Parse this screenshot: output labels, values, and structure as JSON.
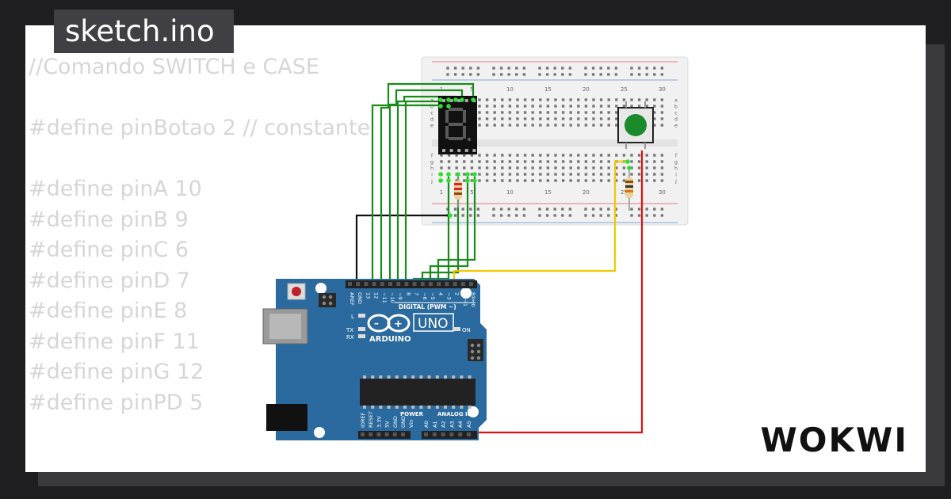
{
  "tab": {
    "title": "sketch.ino"
  },
  "code": {
    "lines": [
      "//Comando SWITCH e CASE",
      "",
      "#define pinBotao 2 // constante",
      "",
      "#define pinA 10",
      "#define pinB 9",
      "#define pinC 6",
      "#define pinD 7",
      "#define pinE 8",
      "#define pinF 11",
      "#define pinG 12",
      "#define pinPD 5"
    ]
  },
  "arduino": {
    "model_label": "UNO",
    "brand_label": "ARDUINO",
    "digital_label": "DIGITAL (PWM ~)",
    "power_label": "POWER",
    "analog_label": "ANALOG IN",
    "on_label": "ON",
    "l_label": "L",
    "tx_label": "TX",
    "rx_label": "RX",
    "top_pins": [
      "AREF",
      "GND",
      "13",
      "12",
      "~11",
      "~10",
      "~9",
      "8",
      "7",
      "~6",
      "~5",
      "4",
      "~3",
      "2",
      "TX→1",
      "RX←0"
    ],
    "bottom_pins": [
      "IOREF",
      "RESET",
      "3.3V",
      "5V",
      "GND",
      "GND",
      "Vin",
      "A0",
      "A1",
      "A2",
      "A3",
      "A4",
      "A5"
    ],
    "board_color": "#2b6a9e"
  },
  "breadboard": {
    "column_numbers": [
      "1",
      "5",
      "10",
      "15",
      "20",
      "25",
      "30"
    ],
    "row_letters_top": [
      "a",
      "b",
      "c",
      "d",
      "e"
    ],
    "row_letters_bottom": [
      "f",
      "g",
      "h",
      "i",
      "j"
    ]
  },
  "display": {
    "digit": "8"
  },
  "wire_colors": {
    "green": "#1a8a1a",
    "black": "#111111",
    "yellow": "#f0c800",
    "red": "#e01010"
  },
  "brand": {
    "logo": "WOKWI"
  }
}
